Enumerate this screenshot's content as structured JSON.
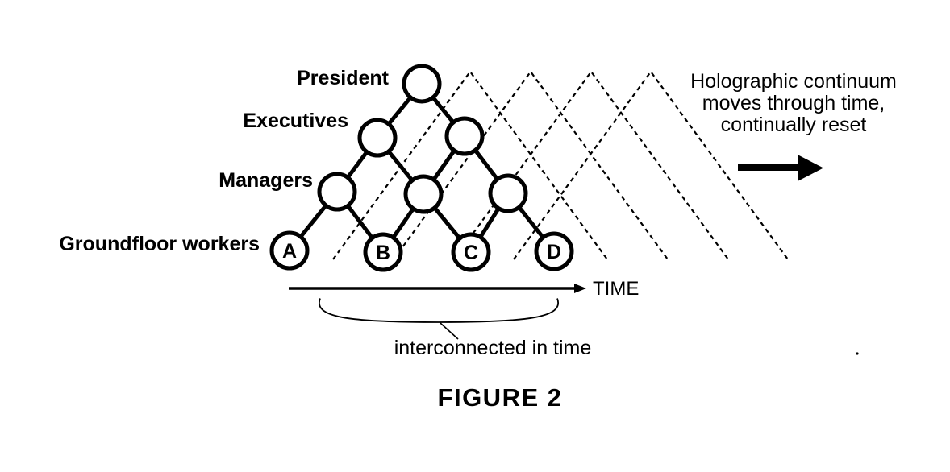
{
  "figure": {
    "caption": "FIGURE 2"
  },
  "org_levels": [
    {
      "label": "President"
    },
    {
      "label": "Executives"
    },
    {
      "label": "Managers"
    },
    {
      "label": "Groundfloor workers"
    }
  ],
  "worker_nodes": [
    "A",
    "B",
    "C",
    "D"
  ],
  "time_axis": {
    "label": "TIME"
  },
  "brace_annotation": {
    "label": "interconnected in time"
  },
  "holographic_note": {
    "line1": "Holographic continuum",
    "line2": "moves through time,",
    "line3": "continually reset"
  },
  "colors": {
    "ink": "#000000",
    "background": "#ffffff"
  }
}
